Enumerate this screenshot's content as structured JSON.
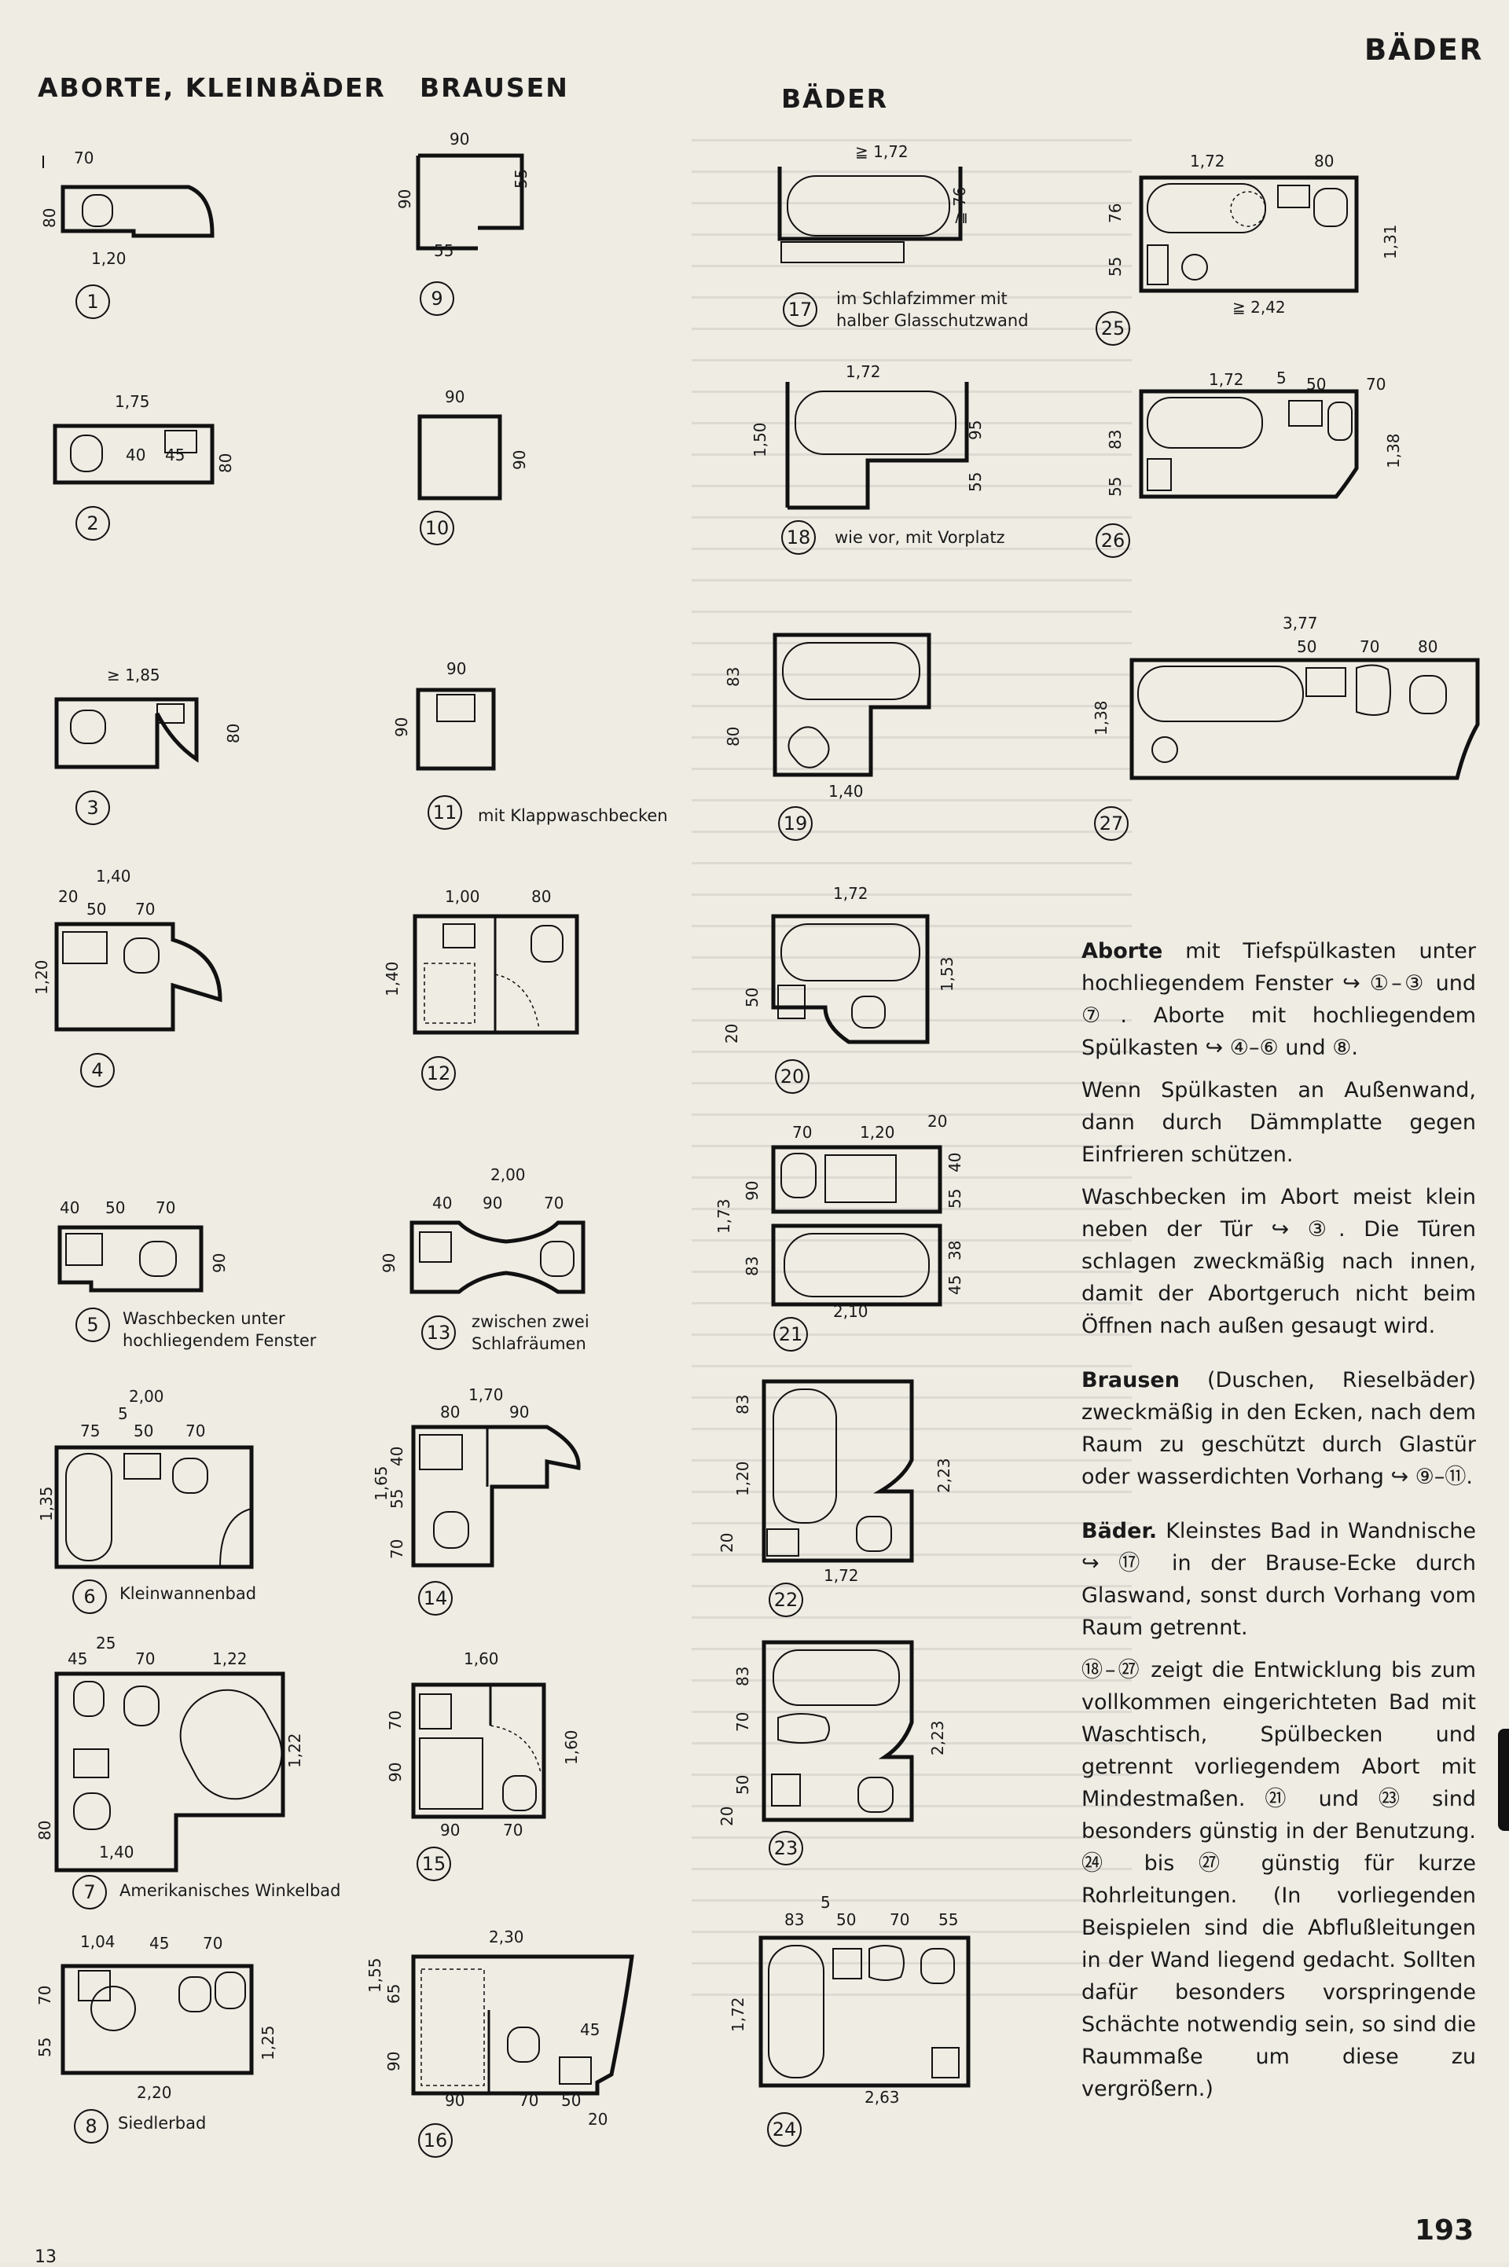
{
  "headers": {
    "top_right": "BÄDER",
    "col1": "ABORTE, KLEINBÄDER",
    "col2": "BRAUSEN",
    "col3": "BÄDER"
  },
  "figures": {
    "f1": {
      "num": "1",
      "dims": [
        "70",
        "80",
        "1,20"
      ]
    },
    "f2": {
      "num": "2",
      "dims": [
        "1,75",
        "40",
        "45",
        "80"
      ]
    },
    "f3": {
      "num": "3",
      "dims": [
        "≥ 1,85",
        "80"
      ]
    },
    "f4": {
      "num": "4",
      "dims": [
        "1,40",
        "20",
        "50",
        "70",
        "1,20"
      ]
    },
    "f5": {
      "num": "5",
      "dims": [
        "40",
        "50",
        "70",
        "90"
      ],
      "caption": [
        "Waschbecken unter",
        "hochliegendem Fenster"
      ]
    },
    "f6": {
      "num": "6",
      "dims": [
        "2,00",
        "5",
        "75",
        "50",
        "70",
        "1,35"
      ],
      "caption": [
        "Kleinwannenbad"
      ]
    },
    "f7": {
      "num": "7",
      "dims": [
        "25",
        "45",
        "70",
        "1,22",
        "1,22",
        "80",
        "1,40"
      ],
      "caption": [
        "Amerikanisches Winkelbad"
      ]
    },
    "f8": {
      "num": "8",
      "dims": [
        "1,04",
        "45",
        "70",
        "55",
        "70",
        "1,25",
        "2,20"
      ],
      "caption": [
        "Siedlerbad"
      ]
    },
    "f9": {
      "num": "9",
      "dims": [
        "90",
        "90",
        "55",
        "55"
      ]
    },
    "f10": {
      "num": "10",
      "dims": [
        "90",
        "90"
      ]
    },
    "f11": {
      "num": "11",
      "dims": [
        "90",
        "90"
      ],
      "caption": [
        "mit Klappwaschbecken"
      ]
    },
    "f12": {
      "num": "12",
      "dims": [
        "1,00",
        "80",
        "1,40"
      ]
    },
    "f13": {
      "num": "13",
      "dims": [
        "2,00",
        "40",
        "90",
        "70",
        "90"
      ],
      "caption": [
        "zwischen zwei",
        "Schlafräumen"
      ]
    },
    "f14": {
      "num": "14",
      "dims": [
        "1,70",
        "80",
        "90",
        "1,65",
        "70",
        "55",
        "40"
      ]
    },
    "f15": {
      "num": "15",
      "dims": [
        "1,60",
        "70",
        "90",
        "1,60",
        "90",
        "70"
      ]
    },
    "f16": {
      "num": "16",
      "dims": [
        "2,30",
        "1,55",
        "65",
        "90",
        "45",
        "90",
        "70",
        "50",
        "20"
      ]
    },
    "f17": {
      "num": "17",
      "dims": [
        "≧ 1,72",
        "≧ 76"
      ],
      "caption": [
        "im Schlafzimmer mit",
        "halber Glasschutzwand"
      ]
    },
    "f18": {
      "num": "18",
      "dims": [
        "1,72",
        "1,50",
        "95",
        "55"
      ],
      "caption": [
        "wie vor, mit Vorplatz"
      ]
    },
    "f19": {
      "num": "19",
      "dims": [
        "83",
        "80",
        "1,40"
      ]
    },
    "f20": {
      "num": "20",
      "dims": [
        "1,72",
        "50",
        "20",
        "1,53"
      ]
    },
    "f21": {
      "num": "21",
      "dims": [
        "70",
        "1,20",
        "20",
        "90",
        "1,73",
        "83",
        "55",
        "40",
        "45",
        "38",
        "2,10"
      ]
    },
    "f22": {
      "num": "22",
      "dims": [
        "83",
        "1,20",
        "20",
        "2,23",
        "1,72"
      ]
    },
    "f23": {
      "num": "23",
      "dims": [
        "83",
        "70",
        "50",
        "20",
        "2,23"
      ]
    },
    "f24": {
      "num": "24",
      "dims": [
        "5",
        "83",
        "50",
        "70",
        "55",
        "1,72",
        "2,63"
      ]
    },
    "f25": {
      "num": "25",
      "dims": [
        "1,72",
        "80",
        "76",
        "55",
        "1,31",
        "≧ 2,42"
      ]
    },
    "f26": {
      "num": "26",
      "dims": [
        "1,72",
        "5",
        "50",
        "70",
        "83",
        "55",
        "1,38"
      ]
    },
    "f27": {
      "num": "27",
      "dims": [
        "3,77",
        "50",
        "70",
        "80",
        "1,38"
      ]
    }
  },
  "text": {
    "p1_bold": "Aborte",
    "p1": " mit Tiefspülkasten unter hochliegendem Fenster ↪ ①–③ und ⑦. Aborte mit hochliegendem Spülkasten ↪ ④–⑥ und ⑧.",
    "p2": "Wenn Spülkasten an Außenwand, dann durch Dämmplatte gegen Einfrieren schützen.",
    "p3": "Waschbecken im Abort meist klein neben der Tür ↪ ③. Die Türen schlagen zweckmäßig nach innen, damit der Abortgeruch nicht beim Öffnen nach außen gesaugt wird.",
    "p4_bold": "Brausen",
    "p4": " (Duschen, Rieselbäder) zweckmäßig in den Ecken, nach dem Raum zu geschützt durch Glastür oder wasserdichten Vorhang ↪ ⑨–⑪.",
    "p5_bold": "Bäder.",
    "p5": " Kleinstes Bad in Wandnische ↪ ⑰ in der Brause-Ecke durch Glaswand, sonst durch Vorhang vom Raum getrennt.",
    "p6": "⑱–㉗ zeigt die Entwicklung bis zum vollkommen eingerichteten Bad mit Waschtisch, Spülbecken und getrennt vorliegendem Abort mit Mindestmaßen. ㉑ und ㉓ sind besonders günstig in der Benutzung. ㉔ bis ㉗ günstig für kurze Rohrleitungen. (In vorliegenden Beispielen sind die Abflußleitungen in der Wand liegend gedacht. Sollten dafür besonders vorspringende Schächte notwendig sein, so sind die Raummaße um diese zu vergrößern.)"
  },
  "footer": {
    "left": "13",
    "right": "193"
  }
}
